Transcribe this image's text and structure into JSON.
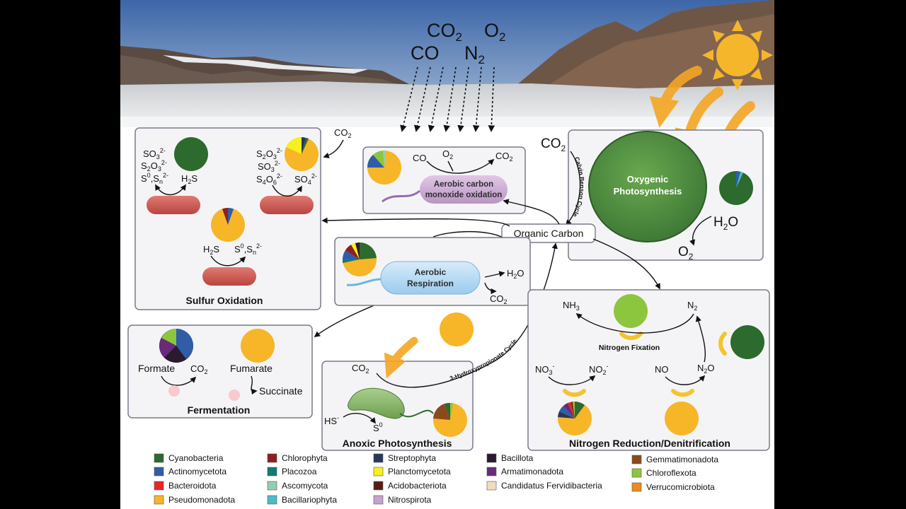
{
  "gases": {
    "co2": "CO",
    "co2_sub": "2",
    "o2": "O",
    "o2_sub": "2",
    "co": "CO",
    "n2": "N",
    "n2_sub": "2"
  },
  "chem": {
    "co2": "CO",
    "two": "2",
    "o2": "O",
    "h2o_h": "H",
    "h2o_o": "O",
    "h2s_h": "H",
    "h2s_s": "S",
    "so3": "SO",
    "so3_sub": "3",
    "s2o3_s": "S",
    "s2o3_o": "O",
    "s2o3_sub": "3",
    "s4o6_s": "S",
    "s4o6_sub4": "4",
    "s4o6_o": "O",
    "s4o6_sub6": "6",
    "so4": "SO",
    "so4_sub": "4",
    "charge": "2-",
    "zero": "0",
    "s": "S",
    "comma_sn": ",S",
    "n": "n",
    "nh3": "NH",
    "nh3_sub": "3",
    "n2": "N",
    "no3": "NO",
    "no3_sub": "3",
    "minus": "-",
    "no2": "NO",
    "no": "NO",
    "n2o_n": "N",
    "n2o_o": "O",
    "hs": "HS"
  },
  "labels": {
    "organic_carbon": "Organic Carbon",
    "calvin": "Calvin Benson Cycle",
    "hydroxy": "3-Hydroxypropionate Cycle",
    "aerobic_co_line1": "Aerobic carbon",
    "aerobic_co_line2": "monoxide oxidation",
    "aerobic_resp_line1": "Aerobic",
    "aerobic_resp_line2": "Respiration",
    "oxygenic_line1": "Oxygenic",
    "oxygenic_line2": "Photosynthesis",
    "sulfur_oxidation": "Sulfur Oxidation",
    "fermentation": "Fermentation",
    "anoxic": "Anoxic Photosynthesis",
    "nitrogen_fixation": "Nitrogen Fixation",
    "nitrogen_reduction": "Nitrogen Reduction/Denitrification",
    "formate": "Formate",
    "fumarate": "Fumarate",
    "succinate": "Succinate"
  },
  "legend": [
    {
      "name": "Cyanobacteria",
      "color": "#2d6a2d"
    },
    {
      "name": "Actinomycetota",
      "color": "#2f5da8"
    },
    {
      "name": "Bacteroidota",
      "color": "#e8262a"
    },
    {
      "name": "Pseudomonadota",
      "color": "#f7b528"
    },
    {
      "name": "Chlorophyta",
      "color": "#8e1f1f"
    },
    {
      "name": "Placozoa",
      "color": "#127a73"
    },
    {
      "name": "Ascomycota",
      "color": "#92cfb0"
    },
    {
      "name": "Bacillariophyta",
      "color": "#4bbdc9"
    },
    {
      "name": "Streptophyta",
      "color": "#26375e"
    },
    {
      "name": "Planctomycetota",
      "color": "#f7f01e"
    },
    {
      "name": "Acidobacteriota",
      "color": "#5a1c12"
    },
    {
      "name": "Nitrospirota",
      "color": "#c6a2cf"
    },
    {
      "name": "Bacillota",
      "color": "#2a1a2e"
    },
    {
      "name": "Armatimonadota",
      "color": "#6a2a7a"
    },
    {
      "name": "Candidatus Fervidibacteria",
      "color": "#f1dcc0"
    },
    {
      "name": "Gemmatimonadota",
      "color": "#8a4a1e"
    },
    {
      "name": "Chloroflexota",
      "color": "#8cc63f"
    },
    {
      "name": "Verrucomicrobiota",
      "color": "#f08a1e"
    }
  ]
}
